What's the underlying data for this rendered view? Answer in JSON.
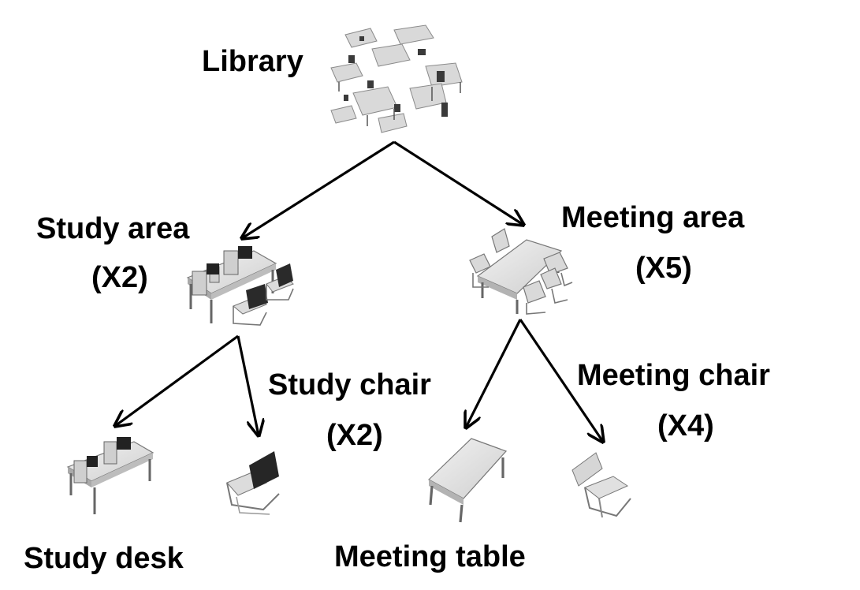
{
  "nodes": {
    "root": {
      "label": "Library"
    },
    "study_area": {
      "label": "Study area",
      "count": "(X2)"
    },
    "meeting_area": {
      "label": "Meeting area",
      "count": "(X5)"
    },
    "study_desk": {
      "label": "Study desk"
    },
    "study_chair": {
      "label": "Study chair",
      "count": "(X2)"
    },
    "meeting_table": {
      "label": "Meeting table"
    },
    "meeting_chair": {
      "label": "Meeting chair",
      "count": "(X4)"
    }
  },
  "edges": [
    {
      "from": "Library",
      "to": "Study area"
    },
    {
      "from": "Library",
      "to": "Meeting area"
    },
    {
      "from": "Study area",
      "to": "Study desk"
    },
    {
      "from": "Study area",
      "to": "Study chair"
    },
    {
      "from": "Meeting area",
      "to": "Meeting table"
    },
    {
      "from": "Meeting area",
      "to": "Meeting chair"
    }
  ],
  "colors": {
    "text": "#000000",
    "arrow": "#000000",
    "furniture_light": "#e6e6e6",
    "furniture_mid": "#bdbdbd",
    "furniture_dark": "#333333"
  }
}
